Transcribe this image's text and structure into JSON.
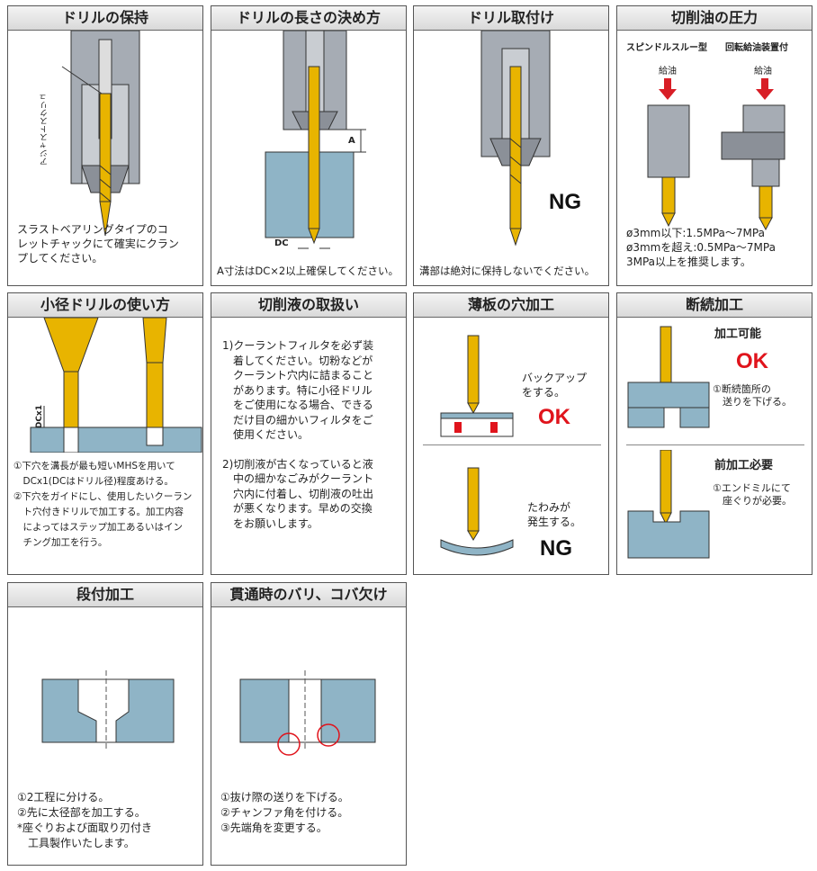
{
  "panels": {
    "p1": {
      "title": "ドリルの保持",
      "side_label": "アジャストスクリュ",
      "lines": [
        "スラストベアリングタイプのコ",
        "レットチャックにて確実にクラン",
        "プしてください。"
      ]
    },
    "p2": {
      "title": "ドリルの長さの決め方",
      "label_a": "A",
      "label_dc": "DC",
      "caption": "A寸法はDC×2以上確保してください。"
    },
    "p3": {
      "title": "ドリル取付け",
      "verdict": "NG",
      "caption": "溝部は絶対に保持しないでください。"
    },
    "p4": {
      "title": "切削油の圧力",
      "left_label": "スピンドルスルー型",
      "right_label": "回転給油装置付",
      "oil_left": "給油",
      "oil_right": "給油",
      "lines": [
        "ø3mm以下:1.5MPa～7MPa",
        "ø3mmを超え:0.5MPa～7MPa",
        "3MPa以上を推奨します。"
      ]
    },
    "p5": {
      "title": "小径ドリルの使い方",
      "dim_label": "DCx1",
      "lines": [
        "①下穴を溝長が最も短いMHSを用いて",
        "　DCx1(DCはドリル径)程度あける。",
        "②下穴をガイドにし、使用したいクーラン",
        "　ト穴付きドリルで加工する。加工内容",
        "　によってはステップ加工あるいはイン",
        "　チング加工を行う。"
      ]
    },
    "p6": {
      "title": "切削液の取扱い",
      "lines": [
        "1)クーラントフィルタを必ず装",
        "　着してください。切粉などが",
        "　クーラント穴内に詰まること",
        "　があります。特に小径ドリル",
        "　をご使用になる場合、できる",
        "　だけ目の細かいフィルタをご",
        "　使用ください。",
        "",
        "2)切削液が古くなっていると液",
        "　中の細かなごみがクーラント",
        "　穴内に付着し、切削液の吐出",
        "　が悪くなります。早めの交換",
        "　をお願いします。"
      ]
    },
    "p7": {
      "title": "薄板の穴加工",
      "top_lines": [
        "バックアップ",
        "をする。"
      ],
      "top_verdict": "OK",
      "bottom_lines": [
        "たわみが",
        "発生する。"
      ],
      "bottom_verdict": "NG"
    },
    "p8": {
      "title": "断続加工",
      "top_heading": "加工可能",
      "top_verdict": "OK",
      "top_lines": [
        "①断続箇所の",
        "　送りを下げる。"
      ],
      "bottom_heading": "前加工必要",
      "bottom_lines": [
        "①エンドミルにて",
        "　座ぐりが必要。"
      ]
    },
    "p9": {
      "title": "段付加工",
      "lines": [
        "①2工程に分ける。",
        "②先に太径部を加工する。",
        "*座ぐりおよび面取り刃付き",
        "　工具製作いたします。"
      ]
    },
    "p10": {
      "title": "貫通時のバリ、コバ欠け",
      "lines": [
        "①抜け際の送りを下げる。",
        "②チャンファ角を付ける。",
        "③先端角を変更する。"
      ]
    }
  },
  "colors": {
    "drill": "#e8b400",
    "holder": "#a6acb4",
    "work": "#8fb4c6",
    "ok": "#e0141c",
    "arrow": "#d81e26"
  }
}
